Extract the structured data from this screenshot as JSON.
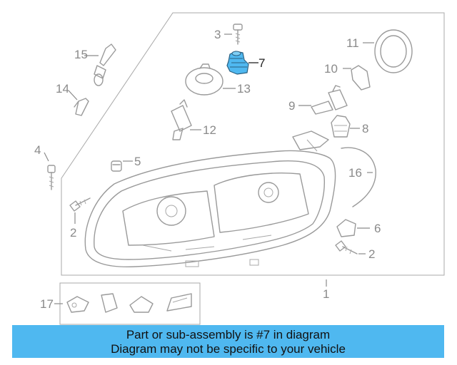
{
  "callouts": {
    "c1": "1",
    "c2a": "2",
    "c2b": "2",
    "c3": "3",
    "c4": "4",
    "c5": "5",
    "c6": "6",
    "c7": "7",
    "c8": "8",
    "c9": "9",
    "c10": "10",
    "c11": "11",
    "c12": "12",
    "c13": "13",
    "c14": "14",
    "c15": "15",
    "c16": "16",
    "c17": "17"
  },
  "highlighted_part": "7",
  "colors": {
    "highlight_part": "#4fb8f0",
    "banner": "#4fb8f0",
    "line_art": "#9a9a9a"
  },
  "banner": {
    "line1": "Part or sub-assembly is #7 in diagram",
    "line2": "Diagram may not be specific to your vehicle"
  }
}
